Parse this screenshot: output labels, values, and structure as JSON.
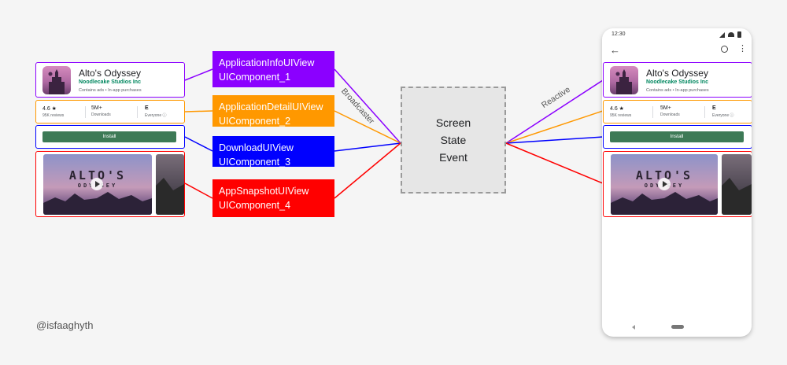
{
  "app": {
    "title": "Alto's Odyssey",
    "developer": "Noodlecake Studios Inc",
    "meta_ads": "Contains ads",
    "meta_sep": "•",
    "meta_iap": "In-app purchases",
    "rating_value": "4.6 ★",
    "rating_label": "95K reviews",
    "downloads_value": "5M+",
    "downloads_label": "Downloads",
    "content_value": "E",
    "content_label": "Everyone ⓘ",
    "install_label": "Install",
    "screenshot_logo_line1": "ALTO'S",
    "screenshot_logo_line2": "ODYSSEY"
  },
  "components": [
    {
      "view": "ApplicationInfoUIView",
      "component": "UIComponent_1",
      "color": "#8b00ff"
    },
    {
      "view": "ApplicationDetailUIView",
      "component": "UIComponent_2",
      "color": "#ff9800"
    },
    {
      "view": "DownloadUIView",
      "component": "UIComponent_3",
      "color": "#0000ff"
    },
    {
      "view": "AppSnapshotUIView",
      "component": "UIComponent_4",
      "color": "#ff0000"
    }
  ],
  "state_box": {
    "line1": "Screen",
    "line2": "State",
    "line3": "Event"
  },
  "labels": {
    "broadcaster": "Broadcaster",
    "reactive": "Reactive"
  },
  "phone": {
    "time": "12:30"
  },
  "watermark": "@isfaaghyth"
}
